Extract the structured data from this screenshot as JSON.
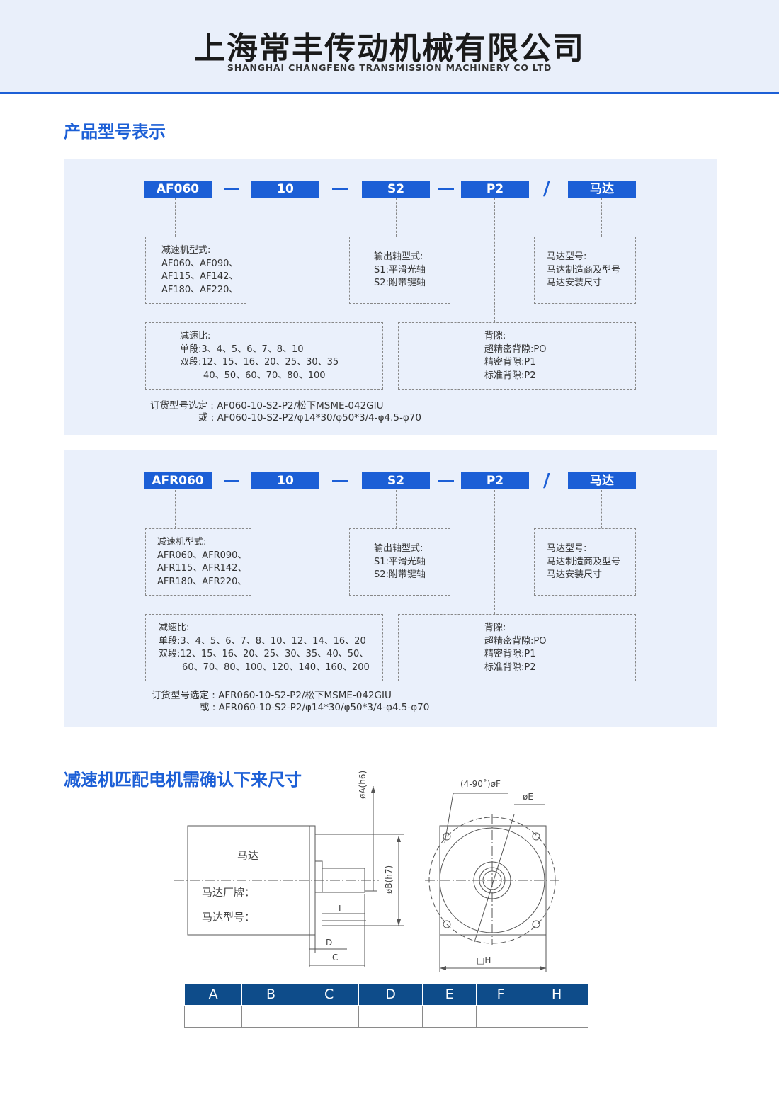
{
  "header": {
    "company_cn": "上海常丰传动机械有限公司",
    "company_en": "SHANGHAI CHANGFENG TRANSMISSION MACHINERY CO LTD"
  },
  "section1": {
    "title": "产品型号表示"
  },
  "panel1": {
    "tags": [
      "AF060",
      "10",
      "S2",
      "P2",
      "马达"
    ],
    "slash": "/",
    "reducer_box": "减速机型式:\nAF060、AF090、\nAF115、AF142、\nAF180、AF220、",
    "shaft_box": "输出轴型式:\nS1:平滑光轴\nS2:附带键轴",
    "motor_box": "马达型号:\n马达制造商及型号\n马达安装尺寸",
    "ratio_box": "减速比:\n单段:3、4、5、6、7、8、10\n双段:12、15、16、20、25、30、35\n        40、50、60、70、80、100",
    "backlash_box": "背隙:\n超精密背隙:PO\n精密背隙:P1\n标准背隙:P2",
    "order_line1": "订货型号选定 : AF060-10-S2-P2/松下MSME-042GIU",
    "order_line2": "或 : AF060-10-S2-P2/φ14*30/φ50*3/4-φ4.5-φ70"
  },
  "panel2": {
    "tags": [
      "AFR060",
      "10",
      "S2",
      "P2",
      "马达"
    ],
    "slash": "/",
    "reducer_box": "减速机型式:\nAFR060、AFR090、\nAFR115、AFR142、\nAFR180、AFR220、",
    "shaft_box": "输出轴型式:\nS1:平滑光轴\nS2:附带键轴",
    "motor_box": "马达型号:\n马达制造商及型号\n马达安装尺寸",
    "ratio_box": "减速比:\n单段:3、4、5、6、7、8、10、12、14、16、20\n双段:12、15、16、20、25、30、35、40、50、\n        60、70、80、100、120、140、160、200",
    "backlash_box": "背隙:\n超精密背隙:PO\n精密背隙:P1\n标准背隙:P2",
    "order_line1": "订货型号选定 : AFR060-10-S2-P2/松下MSME-042GIU",
    "order_line2": "或 : AFR060-10-S2-P2/φ14*30/φ50*3/4-φ4.5-φ70"
  },
  "section2": {
    "title": "减速机匹配电机需确认下来尺寸"
  },
  "drawing": {
    "motor_label": "马达",
    "brand_label": "马达厂牌：",
    "model_label": "马达型号：",
    "dim_A": "øA(h6)",
    "dim_B": "øB(h7)",
    "dim_L": "L",
    "dim_D": "D",
    "dim_C": "C",
    "dim_holes": "(4-90˚)øF",
    "dim_E": "øE",
    "dim_H": "□H"
  },
  "dim_table": {
    "headers": [
      "A",
      "B",
      "C",
      "D",
      "E",
      "F",
      "H"
    ]
  }
}
